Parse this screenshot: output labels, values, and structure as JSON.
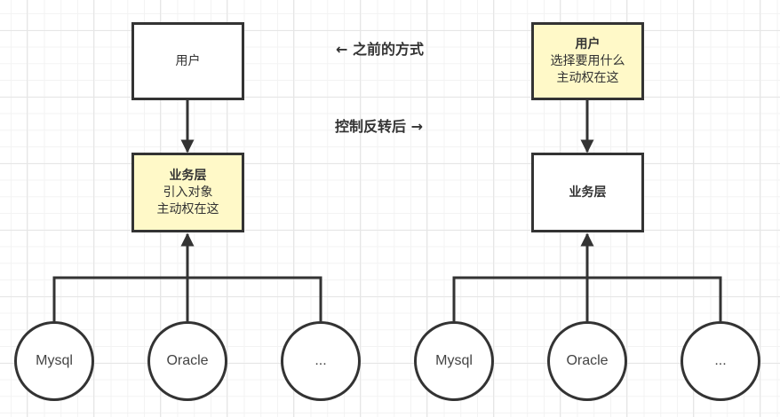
{
  "colors": {
    "stroke": "#333333",
    "highlight_fill": "#fff9c8",
    "default_fill": "#ffffff"
  },
  "labels": {
    "before": "← 之前的方式",
    "after": "控制反转后 →"
  },
  "left": {
    "user_box": {
      "title": "用户",
      "highlighted": false
    },
    "service_box": {
      "title": "业务层",
      "lines": [
        "引入对象",
        "主动权在这"
      ],
      "highlighted": true
    },
    "databases": [
      "Mysql",
      "Oracle",
      "..."
    ]
  },
  "right": {
    "user_box": {
      "title": "用户",
      "lines": [
        "选择要用什么",
        "主动权在这"
      ],
      "highlighted": true
    },
    "service_box": {
      "title": "业务层",
      "highlighted": false
    },
    "databases": [
      "Mysql",
      "Oracle",
      "..."
    ]
  },
  "edges": [
    {
      "from": "left.user_box",
      "to": "left.service_box",
      "direction": "down"
    },
    {
      "from": "left.databases",
      "to": "left.service_box",
      "direction": "up"
    },
    {
      "from": "right.user_box",
      "to": "right.service_box",
      "direction": "down"
    },
    {
      "from": "right.databases",
      "to": "right.service_box",
      "direction": "up"
    }
  ]
}
